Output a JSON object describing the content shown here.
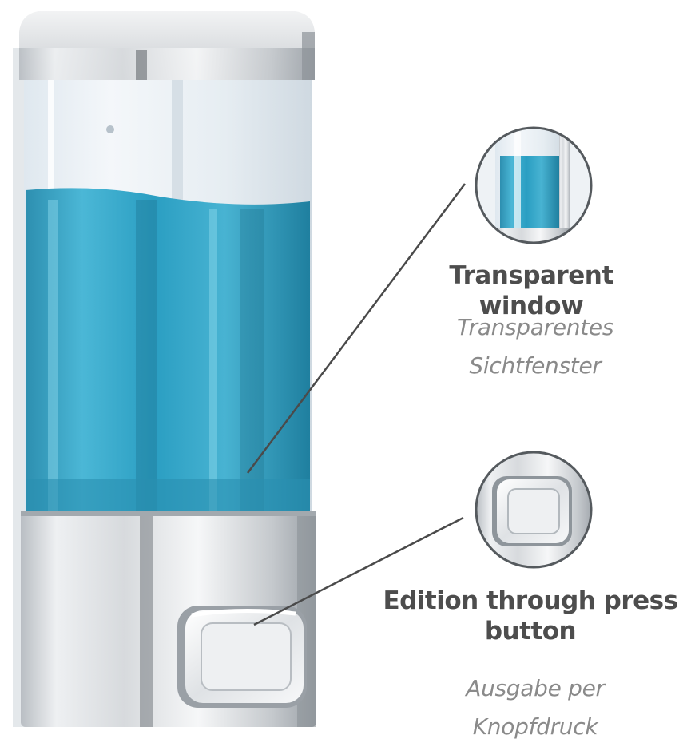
{
  "callouts": {
    "window": {
      "title_en": "Transparent window",
      "title_de_line1": "Transparentes",
      "title_de_line2": "Sichtfenster"
    },
    "button": {
      "title_en_line1": "Edition through press",
      "title_en_line2": "button",
      "title_de_line1": "Ausgabe per",
      "title_de_line2": "Knopfdruck"
    }
  },
  "colors": {
    "liquid": "#33a6c4",
    "chrome": "#d4d8dc",
    "text_primary": "#4d4d4d",
    "text_secondary": "#8a8a8a",
    "leader_line": "#4a4a4a"
  }
}
